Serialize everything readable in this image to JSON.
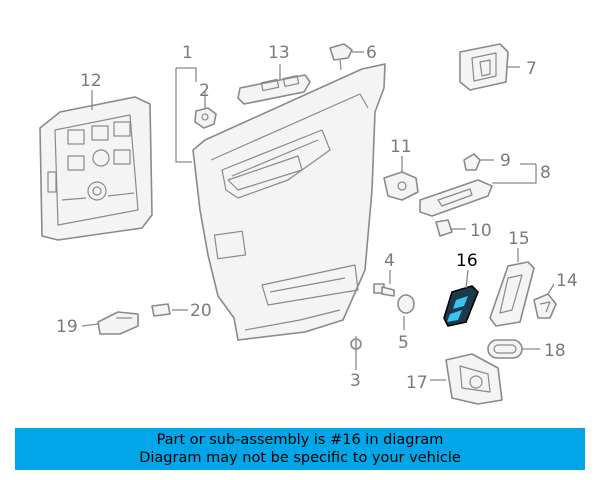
{
  "colors": {
    "banner_background": "#00a6e8",
    "banner_text": "#000000",
    "highlight_part": "#1c3a4a",
    "highlight_accent": "#3cc4f0",
    "line_art": "#8a8a8a"
  },
  "callouts": [
    {
      "id": "c1",
      "label": "1"
    },
    {
      "id": "c2",
      "label": "2"
    },
    {
      "id": "c3",
      "label": "3"
    },
    {
      "id": "c4",
      "label": "4"
    },
    {
      "id": "c5",
      "label": "5"
    },
    {
      "id": "c6",
      "label": "6"
    },
    {
      "id": "c7",
      "label": "7"
    },
    {
      "id": "c8",
      "label": "8"
    },
    {
      "id": "c9",
      "label": "9"
    },
    {
      "id": "c10",
      "label": "10"
    },
    {
      "id": "c11",
      "label": "11"
    },
    {
      "id": "c12",
      "label": "12"
    },
    {
      "id": "c13",
      "label": "13"
    },
    {
      "id": "c14",
      "label": "14"
    },
    {
      "id": "c15",
      "label": "15"
    },
    {
      "id": "c16",
      "label": "16"
    },
    {
      "id": "c17",
      "label": "17"
    },
    {
      "id": "c18",
      "label": "18"
    },
    {
      "id": "c19",
      "label": "19"
    },
    {
      "id": "c20",
      "label": "20"
    }
  ],
  "banner": {
    "line1": "Part or sub-assembly is #16 in diagram",
    "line2": "Diagram may not be specific to your vehicle"
  }
}
